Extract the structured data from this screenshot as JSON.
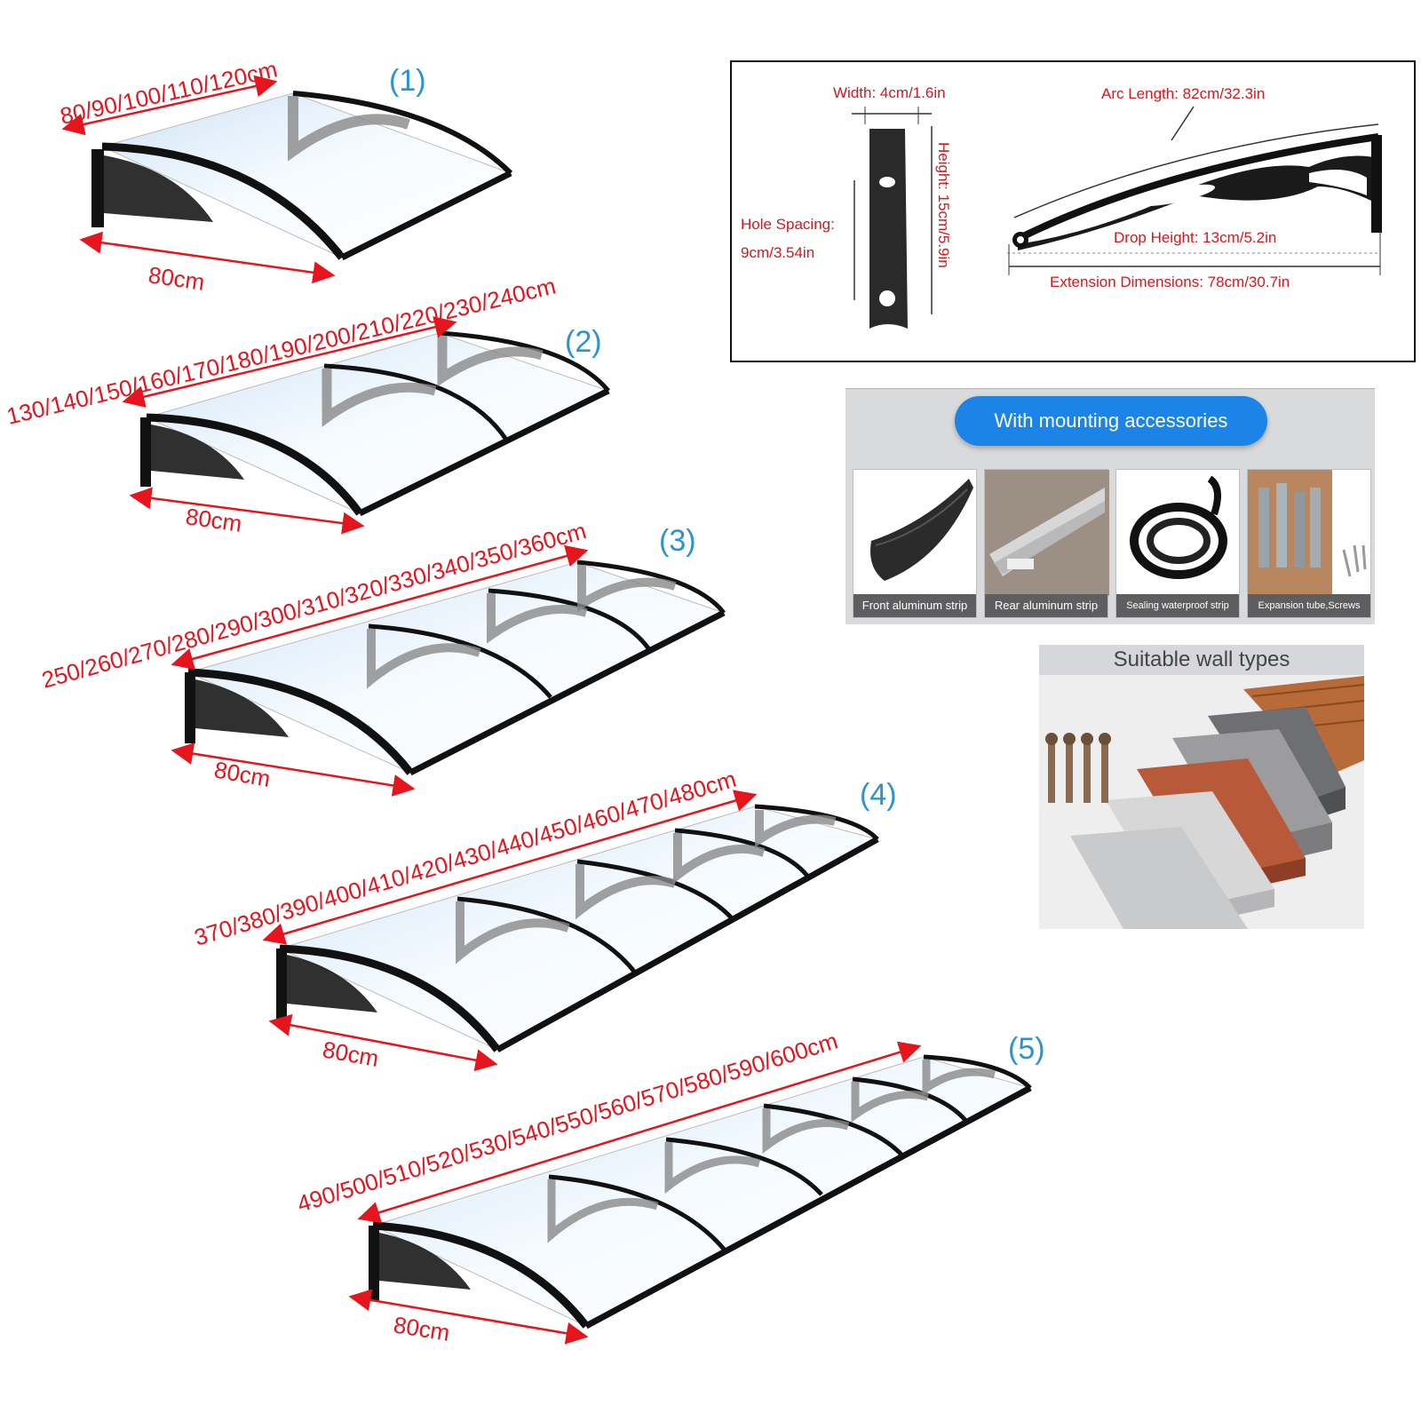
{
  "awnings": [
    {
      "number": "(1)",
      "length_label": "80/90/100/110/120cm",
      "depth_label": "80cm"
    },
    {
      "number": "(2)",
      "length_label": "130/140/150/160/170/180/190/200/210/220/230/240cm",
      "depth_label": "80cm"
    },
    {
      "number": "(3)",
      "length_label": "250/260/270/280/290/300/310/320/330/340/350/360cm",
      "depth_label": "80cm"
    },
    {
      "number": "(4)",
      "length_label": "370/380/390/400/410/420/430/440/450/460/470/480cm",
      "depth_label": "80cm"
    },
    {
      "number": "(5)",
      "length_label": "490/500/510/520/530/540/550/560/570/580/590/600cm",
      "depth_label": "80cm"
    }
  ],
  "specs": {
    "width": "Width: 4cm/1.6in",
    "height": "Height: 15cm/5.9in",
    "hole_spacing_title": "Hole Spacing:",
    "hole_spacing_value": "9cm/3.54in",
    "arc_length": "Arc Length: 82cm/32.3in",
    "drop_height": "Drop Height: 13cm/5.2in",
    "extension": "Extension Dimensions: 78cm/30.7in"
  },
  "accessories": {
    "title": "With mounting accessories",
    "items": [
      {
        "label": "Front aluminum strip",
        "icon": "front-strip-icon"
      },
      {
        "label": "Rear aluminum strip",
        "icon": "rear-strip-icon"
      },
      {
        "label": "Sealing waterproof strip",
        "icon": "seal-strip-icon"
      },
      {
        "label": "Expansion tube,Screws",
        "icon": "expansion-bolts-icon"
      }
    ]
  },
  "wall_types": {
    "title": "Suitable wall types",
    "icon": "wall-layers-icon"
  },
  "colors": {
    "dimension_red": "#e5141d",
    "number_blue": "#2b93d1",
    "pill_blue": "#1d84e7",
    "frame_black": "#1a1a1a"
  }
}
